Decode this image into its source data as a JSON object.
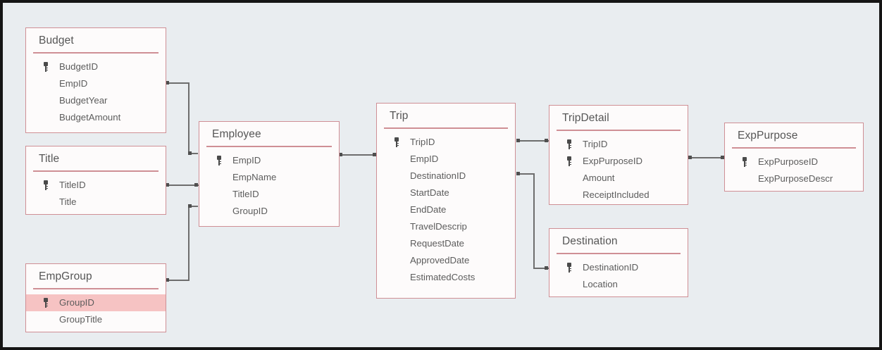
{
  "diagram": {
    "kind": "entity-relationship-diagram",
    "colors": {
      "canvas_background": "#e9edf0",
      "frame_border": "#151515",
      "entity_border": "#cf8f95",
      "entity_fill": "#fdfbfb",
      "title_text": "#565656",
      "field_text": "#5c5c5c",
      "connector": "#6d6d6d",
      "highlight_row": "#f6c3c3"
    },
    "entities": [
      {
        "name": "Budget",
        "fields": [
          {
            "label": "BudgetID",
            "key": true,
            "highlight": false
          },
          {
            "label": "EmpID",
            "key": false,
            "highlight": false
          },
          {
            "label": "BudgetYear",
            "key": false,
            "highlight": false
          },
          {
            "label": "BudgetAmount",
            "key": false,
            "highlight": false
          }
        ]
      },
      {
        "name": "Title",
        "fields": [
          {
            "label": "TitleID",
            "key": true,
            "highlight": false
          },
          {
            "label": "Title",
            "key": false,
            "highlight": false
          }
        ]
      },
      {
        "name": "EmpGroup",
        "fields": [
          {
            "label": "GroupID",
            "key": true,
            "highlight": true
          },
          {
            "label": "GroupTitle",
            "key": false,
            "highlight": false
          }
        ]
      },
      {
        "name": "Employee",
        "fields": [
          {
            "label": "EmpID",
            "key": true,
            "highlight": false
          },
          {
            "label": "EmpName",
            "key": false,
            "highlight": false
          },
          {
            "label": "TitleID",
            "key": false,
            "highlight": false
          },
          {
            "label": "GroupID",
            "key": false,
            "highlight": false
          }
        ]
      },
      {
        "name": "Trip",
        "fields": [
          {
            "label": "TripID",
            "key": true,
            "highlight": false
          },
          {
            "label": "EmpID",
            "key": false,
            "highlight": false
          },
          {
            "label": "DestinationID",
            "key": false,
            "highlight": false
          },
          {
            "label": "StartDate",
            "key": false,
            "highlight": false
          },
          {
            "label": "EndDate",
            "key": false,
            "highlight": false
          },
          {
            "label": "TravelDescrip",
            "key": false,
            "highlight": false
          },
          {
            "label": "RequestDate",
            "key": false,
            "highlight": false
          },
          {
            "label": "ApprovedDate",
            "key": false,
            "highlight": false
          },
          {
            "label": "EstimatedCosts",
            "key": false,
            "highlight": false
          }
        ]
      },
      {
        "name": "TripDetail",
        "fields": [
          {
            "label": "TripID",
            "key": true,
            "highlight": false
          },
          {
            "label": "ExpPurposeID",
            "key": true,
            "highlight": false
          },
          {
            "label": "Amount",
            "key": false,
            "highlight": false
          },
          {
            "label": "ReceiptIncluded",
            "key": false,
            "highlight": false
          }
        ]
      },
      {
        "name": "Destination",
        "fields": [
          {
            "label": "DestinationID",
            "key": true,
            "highlight": false
          },
          {
            "label": "Location",
            "key": false,
            "highlight": false
          }
        ]
      },
      {
        "name": "ExpPurpose",
        "fields": [
          {
            "label": "ExpPurposeID",
            "key": true,
            "highlight": false
          },
          {
            "label": "ExpPurposeDescr",
            "key": false,
            "highlight": false
          }
        ]
      }
    ],
    "relationships": [
      {
        "from": "Budget",
        "from_field": "EmpID",
        "to": "Employee",
        "to_field": "EmpID"
      },
      {
        "from": "Title",
        "from_field": "TitleID",
        "to": "Employee",
        "to_field": "TitleID"
      },
      {
        "from": "EmpGroup",
        "from_field": "GroupID",
        "to": "Employee",
        "to_field": "GroupID"
      },
      {
        "from": "Employee",
        "from_field": "EmpID",
        "to": "Trip",
        "to_field": "EmpID"
      },
      {
        "from": "Trip",
        "from_field": "TripID",
        "to": "TripDetail",
        "to_field": "TripID"
      },
      {
        "from": "Trip",
        "from_field": "DestinationID",
        "to": "Destination",
        "to_field": "DestinationID"
      },
      {
        "from": "TripDetail",
        "from_field": "ExpPurposeID",
        "to": "ExpPurpose",
        "to_field": "ExpPurposeID"
      }
    ]
  }
}
